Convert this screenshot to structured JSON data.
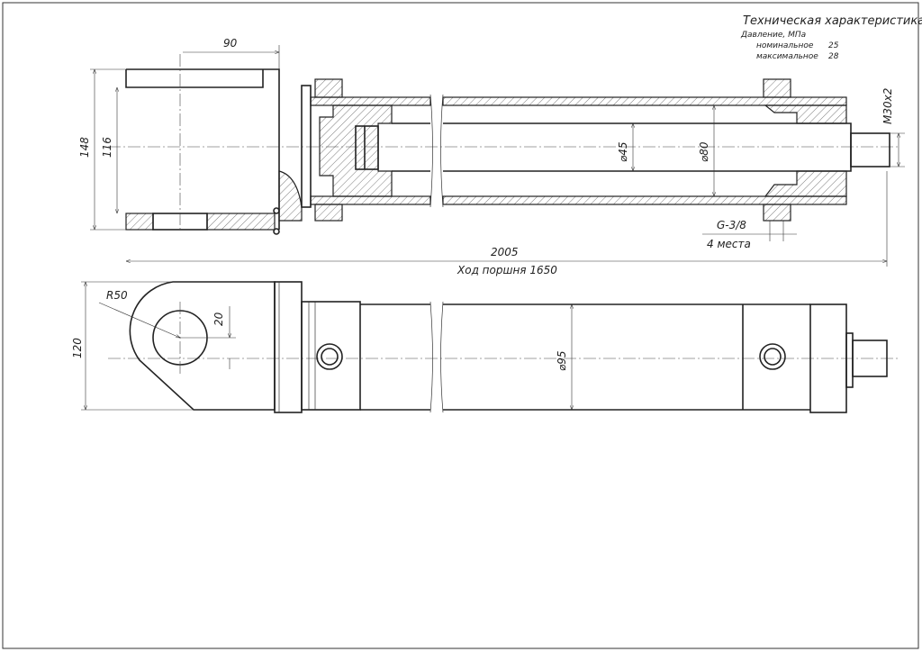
{
  "spec": {
    "title": "Техническая характеристика",
    "pressure_label": "Давление, МПа",
    "nominal_label": "номинальное",
    "nominal_value": "25",
    "max_label": "максимальное",
    "max_value": "28"
  },
  "dimensions": {
    "clevis_width": "90",
    "clevis_height": "148",
    "clevis_inner": "116",
    "rod_diameter": "⌀45",
    "bore_diameter": "⌀80",
    "rod_thread": "M30x2",
    "port_thread": "G-3/8",
    "port_count": "4 места",
    "overall_length": "2005",
    "stroke": "Ход поршня 1650",
    "eye_radius": "R50",
    "eye_offset": "20",
    "eye_height": "120",
    "tube_diameter": "⌀95"
  }
}
